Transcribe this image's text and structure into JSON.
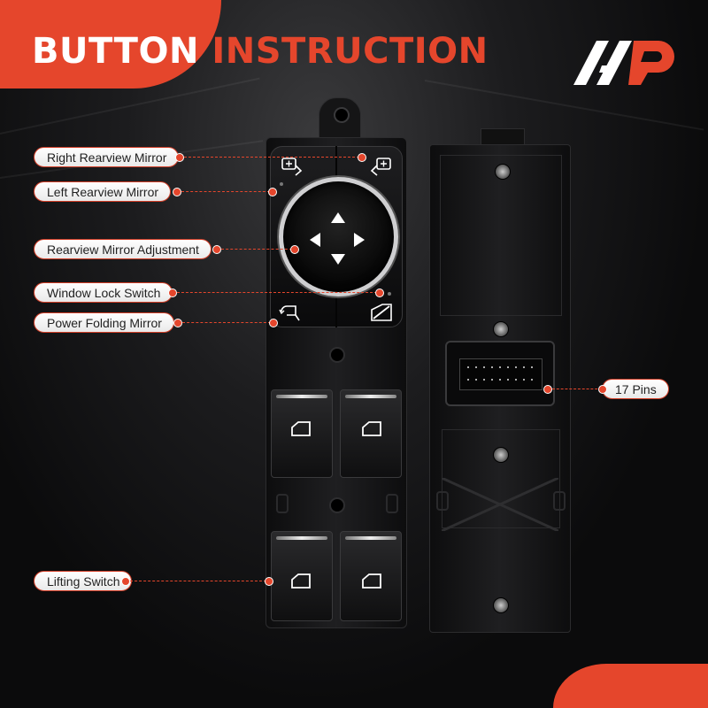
{
  "header": {
    "title_part1": "BUTTON",
    "title_part2": "INSTRUCTION"
  },
  "brand": {
    "logo_icon": "a-premium-logo",
    "accent_color": "#e5462c"
  },
  "labels": {
    "right_rearview_mirror": "Right Rearview Mirror",
    "left_rearview_mirror": "Left Rearview Mirror",
    "rearview_mirror_adjustment": "Rearview Mirror Adjustment",
    "window_lock_switch": "Window Lock Switch",
    "power_folding_mirror": "Power Folding Mirror",
    "lifting_switch": "Lifting Switch",
    "pins": "17 Pins"
  }
}
